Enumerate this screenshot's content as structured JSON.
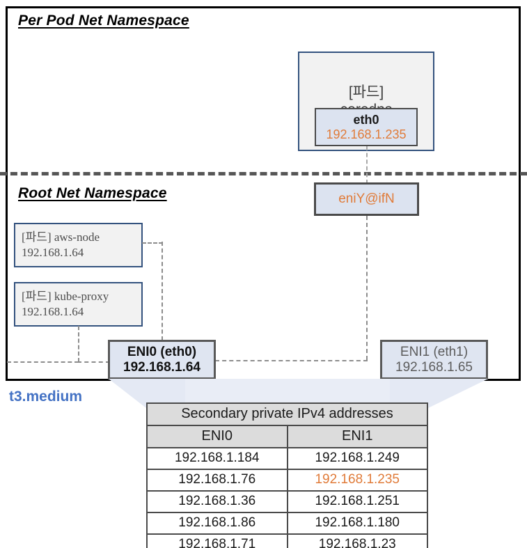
{
  "namespaces": {
    "pod_title": "Per Pod  Net Namespace",
    "root_title": "Root Net Namespace"
  },
  "coredns_pod": {
    "bracket_label": "[파드]",
    "name": "coredns",
    "interface": {
      "name": "eth0",
      "ip": "192.168.1.235"
    }
  },
  "veth": {
    "label": "eniY@ifN"
  },
  "pods": [
    {
      "bracket_label": "[파드]",
      "name": "aws-node",
      "title_line": "[파드] aws-node",
      "ip": "192.168.1.64"
    },
    {
      "bracket_label": "[파드]",
      "name": "kube-proxy",
      "title_line": "[파드] kube-proxy",
      "ip": "192.168.1.64"
    }
  ],
  "enis": [
    {
      "label": "ENI0 (eth0)",
      "ip": "192.168.1.64"
    },
    {
      "label": "ENI1 (eth1)",
      "ip": "192.168.1.65"
    }
  ],
  "instance": {
    "type_label": "t3.medium"
  },
  "ip_table": {
    "title": "Secondary private IPv4 addresses",
    "columns": [
      "ENI0",
      "ENI1"
    ],
    "rows": [
      {
        "eni0": "192.168.1.184",
        "eni1": "192.168.1.249",
        "eni1_highlight": false
      },
      {
        "eni0": "192.168.1.76",
        "eni1": "192.168.1.235",
        "eni1_highlight": true
      },
      {
        "eni0": "192.168.1.36",
        "eni1": "192.168.1.251",
        "eni1_highlight": false
      },
      {
        "eni0": "192.168.1.86",
        "eni1": "192.168.1.180",
        "eni1_highlight": false
      },
      {
        "eni0": "192.168.1.71",
        "eni1": "192.168.1.23",
        "eni1_highlight": false
      }
    ]
  },
  "colors": {
    "accent_orange": "#e07b39",
    "accent_blue": "#4472c4",
    "pod_border": "#33527e",
    "eni_fill": "#dfe5f1",
    "eni_border": "#595959",
    "divider": "#565656"
  }
}
